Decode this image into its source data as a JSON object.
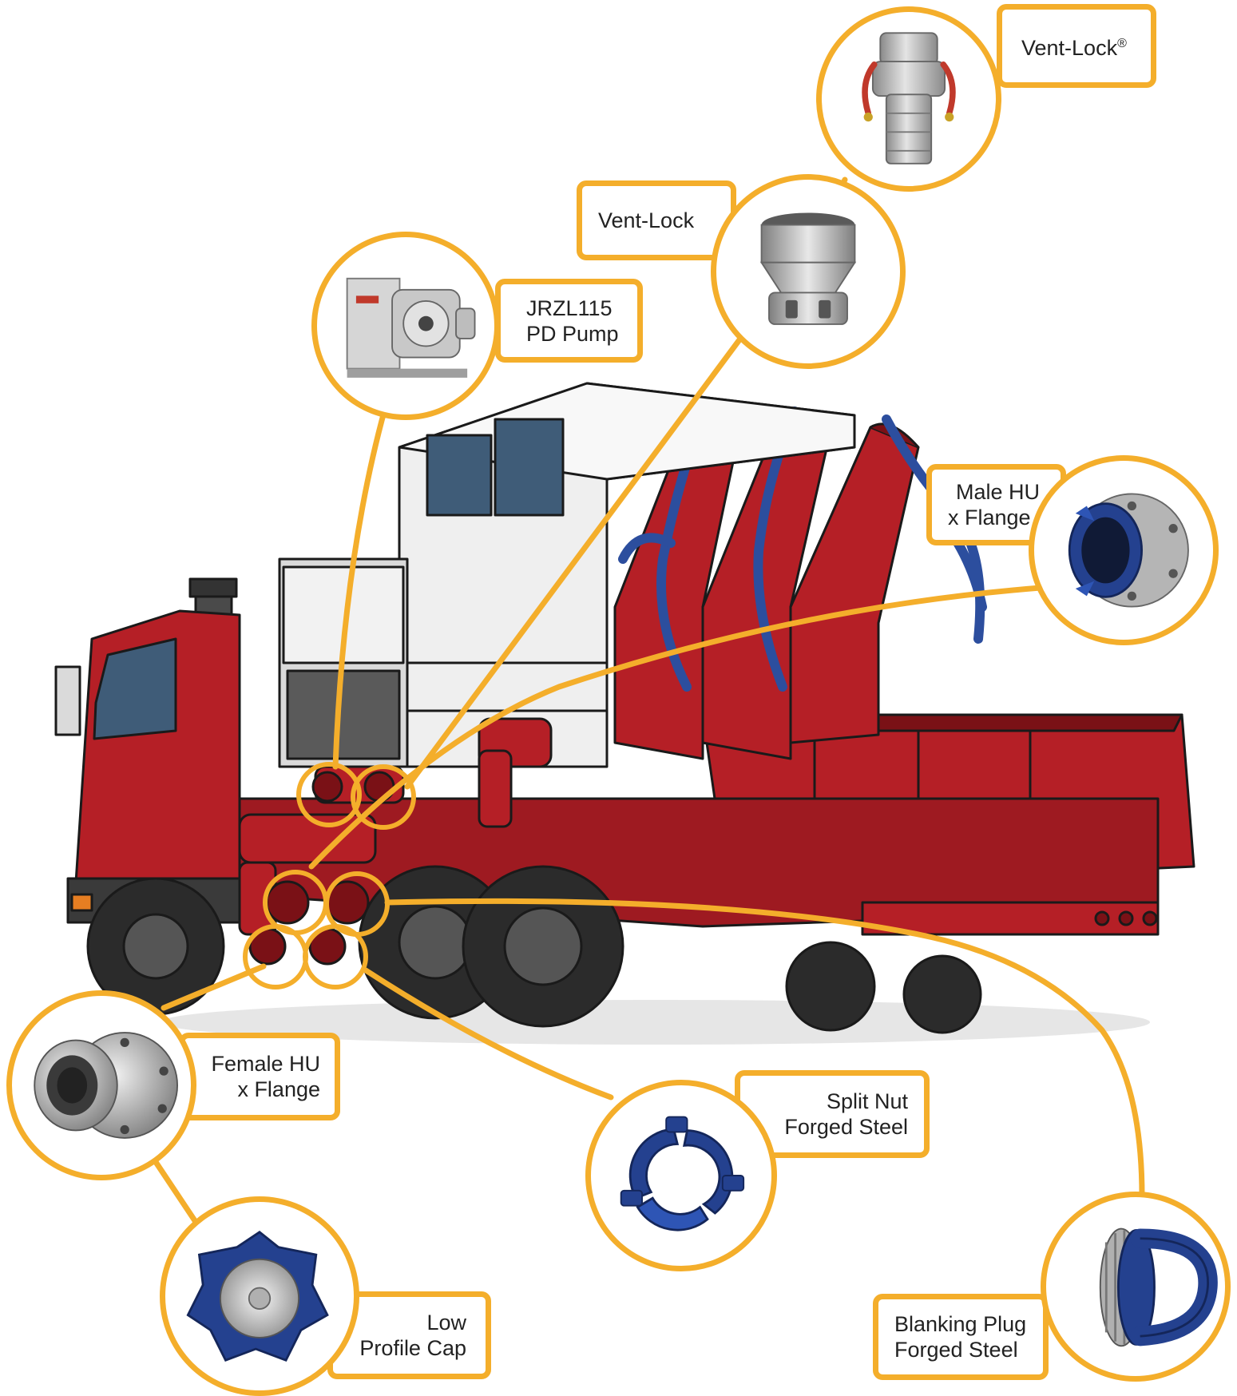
{
  "colors": {
    "callout_border": "#F4AE2B",
    "truck_red": "#B51F26",
    "truck_dark_red": "#7A1116",
    "hose_blue": "#2C4E9E",
    "part_blue": "#24418F",
    "steel": "#B8B8B8",
    "tire": "#2B2B2B",
    "cabinet": "#EFEFEF"
  },
  "callouts": [
    {
      "id": "vent-lock-r",
      "lines": [
        "Vent-Lock"
      ],
      "sup": "®",
      "part_icon": "camlock-coupler-icon"
    },
    {
      "id": "vent-lock",
      "lines": [
        "Vent-Lock"
      ],
      "part_icon": "adapter-fitting-icon"
    },
    {
      "id": "pd-pump",
      "lines": [
        "JRZL115",
        "PD Pump"
      ],
      "part_icon": "pump-icon"
    },
    {
      "id": "male-hu-flange",
      "lines": [
        "Male HU",
        "x Flange"
      ],
      "part_icon": "male-hammer-union-flange-icon"
    },
    {
      "id": "female-hu-flange",
      "lines": [
        "Female HU",
        "x Flange"
      ],
      "part_icon": "female-hammer-union-flange-icon"
    },
    {
      "id": "split-nut",
      "lines": [
        "Split Nut",
        "Forged Steel"
      ],
      "part_icon": "split-nut-icon"
    },
    {
      "id": "low-profile-cap",
      "lines": [
        "Low",
        "Profile Cap"
      ],
      "part_icon": "low-profile-cap-icon"
    },
    {
      "id": "blanking-plug",
      "lines": [
        "Blanking Plug",
        "Forged Steel"
      ],
      "part_icon": "blanking-plug-icon"
    }
  ]
}
